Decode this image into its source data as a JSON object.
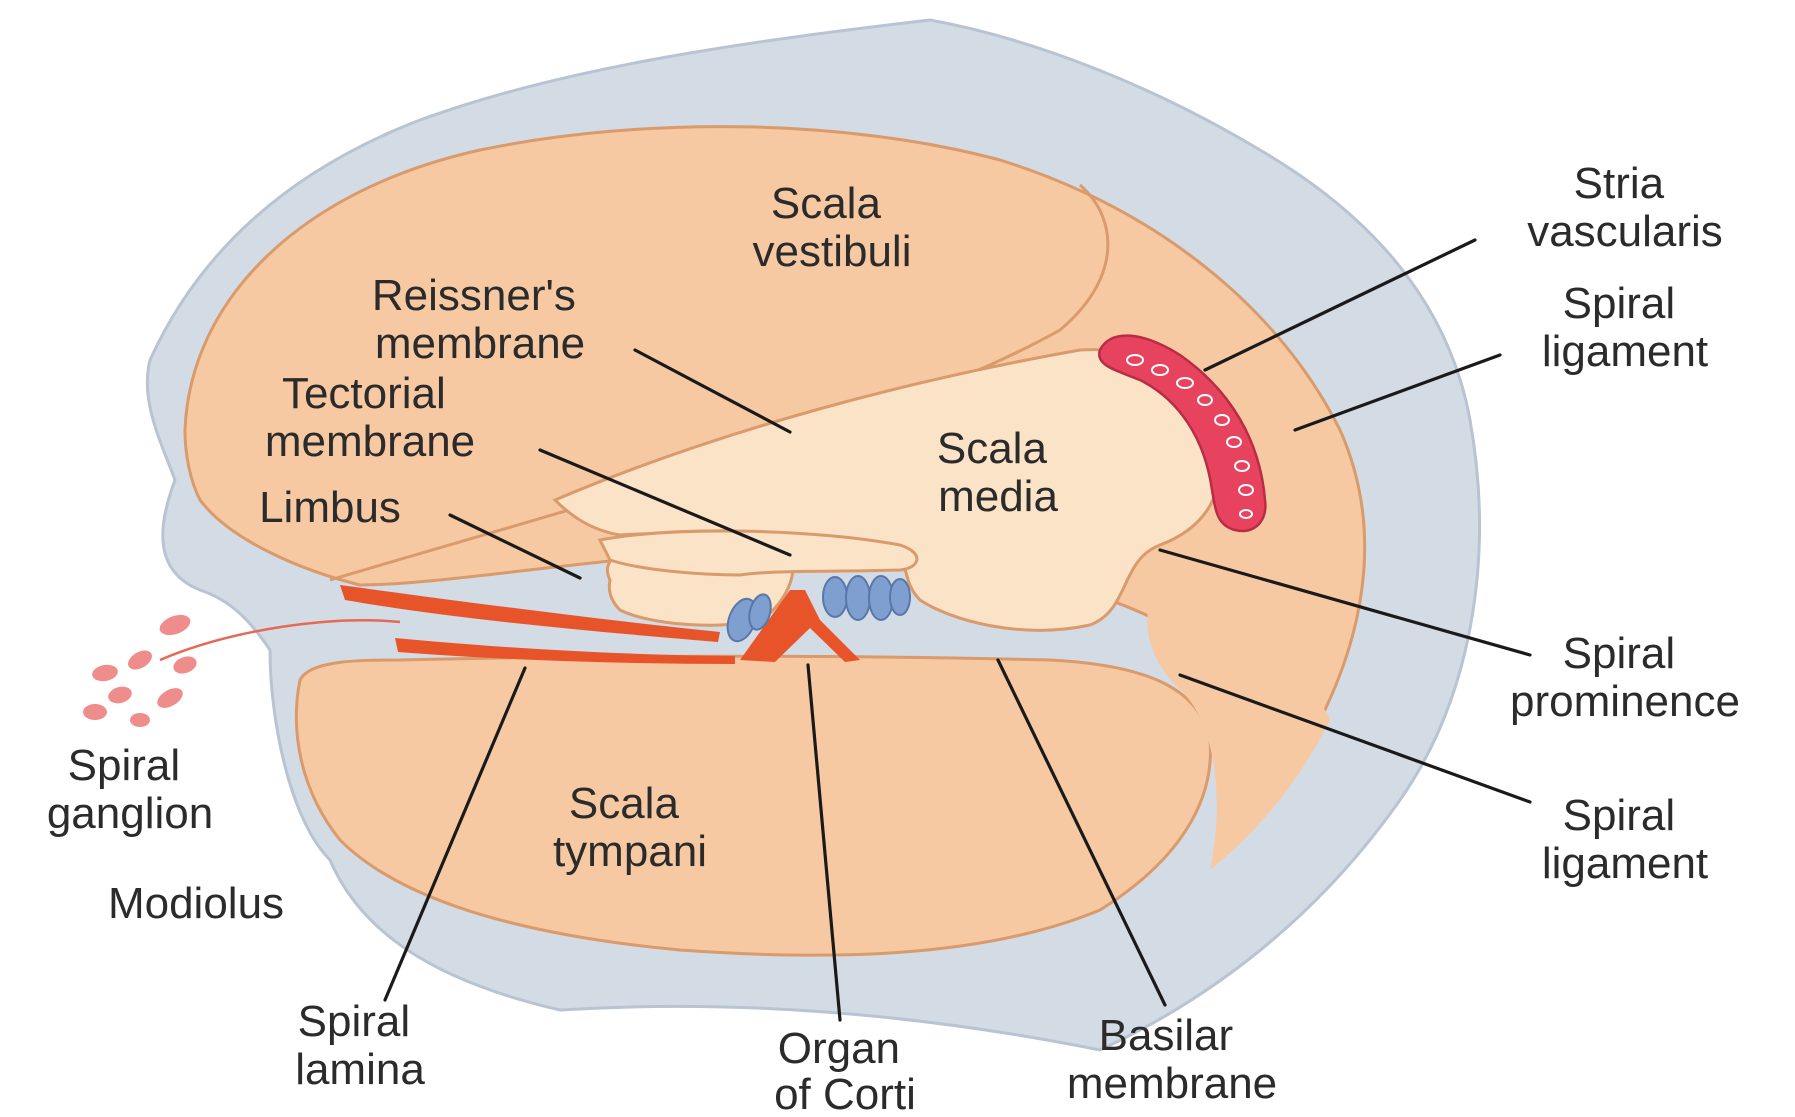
{
  "labels": {
    "scala_vestibuli": [
      "Scala",
      "vestibuli"
    ],
    "reissners_membrane": [
      "Reissner's",
      "membrane"
    ],
    "tectorial_membrane": [
      "Tectorial",
      "membrane"
    ],
    "limbus": [
      "Limbus"
    ],
    "scala_media": [
      "Scala",
      "media"
    ],
    "stria_vascularis": [
      "Stria",
      "vascularis"
    ],
    "spiral_ligament_upper": [
      "Spiral",
      "ligament"
    ],
    "spiral_prominence": [
      "Spiral",
      "prominence"
    ],
    "spiral_ligament_lower": [
      "Spiral",
      "ligament"
    ],
    "spiral_ganglion": [
      "Spiral",
      "ganglion"
    ],
    "modiolus": [
      "Modiolus"
    ],
    "scala_tympani": [
      "Scala",
      "tympani"
    ],
    "spiral_lamina": [
      "Spiral",
      "lamina"
    ],
    "organ_of_corti": [
      "Organ",
      "of Corti"
    ],
    "basilar_membrane": [
      "Basilar",
      "membrane"
    ]
  },
  "colors": {
    "bone": "#d3dbe5",
    "bone_outline": "#b8c4d2",
    "scala_fill": "#f7c9a3",
    "scala_outline": "#d99a6c",
    "media_fill": "#fbe3c8",
    "stria": "#e8435e",
    "lamina": "#e8542a",
    "hair_cells": "#7f9fd0",
    "ganglion": "#ef8c8c"
  }
}
